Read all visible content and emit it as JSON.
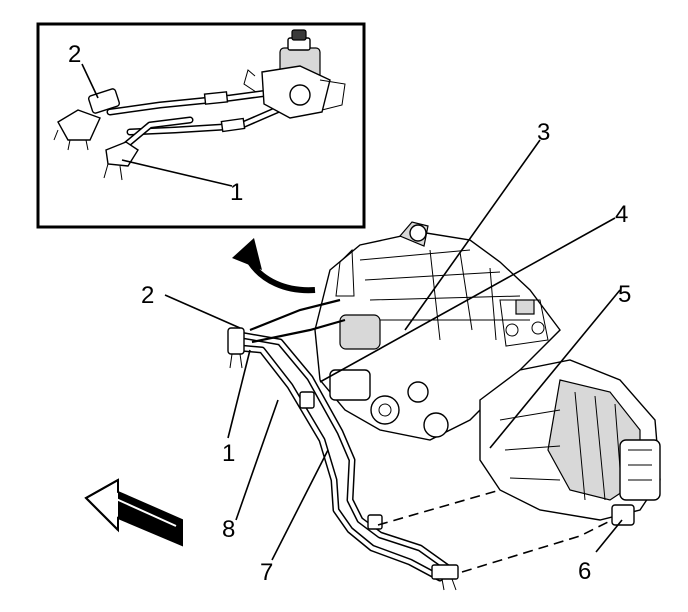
{
  "inset": {
    "callouts": {
      "c2": "2",
      "c1": "1"
    }
  },
  "main": {
    "callouts": {
      "c1": "1",
      "c2": "2",
      "c3": "3",
      "c4": "4",
      "c5": "5",
      "c6": "6",
      "c7": "7",
      "c8": "8"
    }
  },
  "colors": {
    "line": "#000000",
    "background": "#ffffff",
    "shade": "#d8d8d8"
  },
  "icons": [
    "curved-arrow-icon",
    "front-direction-arrow-icon"
  ]
}
